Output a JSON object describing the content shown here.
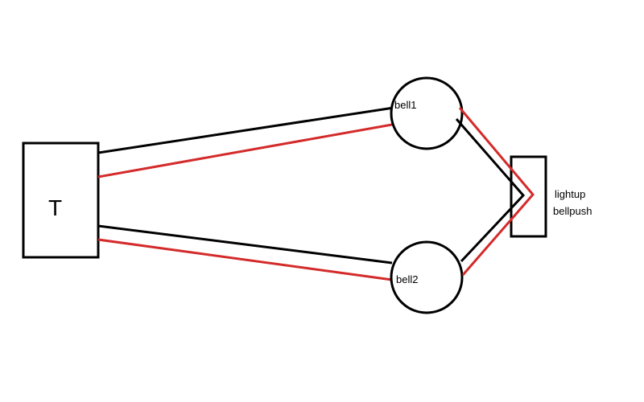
{
  "diagram": {
    "colors": {
      "background": "#ffffff",
      "outline": "#000000",
      "wire_black": "#000000",
      "wire_red": "#d42a2a"
    },
    "transformer": {
      "label": "T"
    },
    "bell1": {
      "label": "bell1"
    },
    "bell2": {
      "label": "bell2"
    },
    "bellpush": {
      "label_line1": "lightup",
      "label_line2": "bellpush"
    }
  }
}
